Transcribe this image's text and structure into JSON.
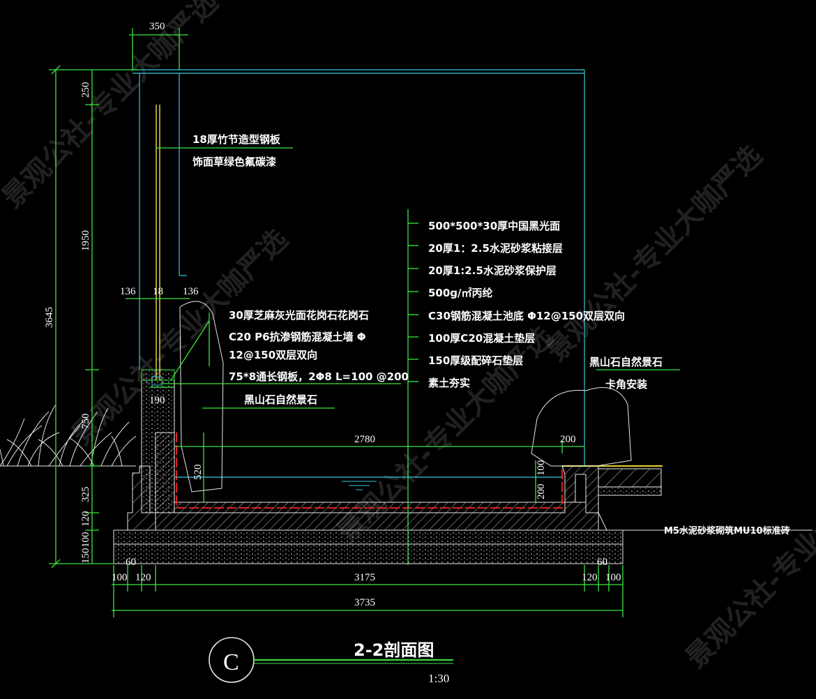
{
  "title": "2-2剖面图",
  "scale": "1:30",
  "section_marker": "C",
  "watermark": "景观公社-专业大咖严选",
  "colors": {
    "background": "#000000",
    "dimension": "#39e640",
    "structure": "#37c9e6",
    "membrane": "#e02020",
    "steel": "#e6d23a"
  },
  "dimensions": {
    "top_width": "350",
    "v_250": "250",
    "v_1950": "1950",
    "v_3645": "3645",
    "v_750": "750",
    "v_325": "325",
    "v_120": "120",
    "v_100": "100",
    "v_150": "150",
    "v_520": "520",
    "d_136a": "136",
    "d_18": "18",
    "d_136b": "136",
    "d_190": "190",
    "d_2780": "2780",
    "d_200": "200",
    "d_100r": "100",
    "d_200r": "200",
    "d_60l": "60",
    "d_60r": "60",
    "b_100l": "100",
    "b_120l": "120",
    "b_3175": "3175",
    "b_120r": "120",
    "b_100r": "100",
    "b_3735": "3735"
  },
  "labels": {
    "steel_plate_1": "18厚竹节造型钢板",
    "steel_plate_2": "饰面草绿色氟碳漆",
    "granite_cap": "30厚芝麻灰光面花岗石花岗石",
    "wall_1": "C20 P6抗渗钢筋混凝土墙 Φ",
    "wall_2": "12@150双层双向",
    "steel_strip": "75*8通长钢板，2Φ8 L=100 @200",
    "rock_left": "黑山石自然景石",
    "rock_right_1": "黑山石自然景石",
    "rock_right_2": "卡角安装",
    "masonry": "M5水泥砂浆砌筑MU10标准砖"
  },
  "layers": [
    "500*500*30厚中国黑光面",
    "20厚1：2.5水泥砂浆粘接层",
    "20厚1:2.5水泥砂浆保护层",
    "500g/㎡丙纶",
    "C30钢筋混凝土池底 Φ12@150双层双向",
    "100厚C20混凝土垫层",
    "150厚级配碎石垫层",
    "素土夯实"
  ]
}
